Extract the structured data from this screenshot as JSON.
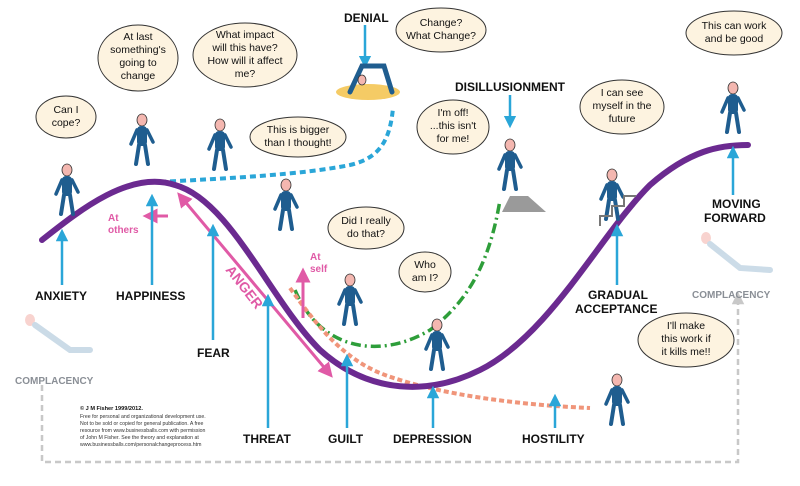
{
  "colors": {
    "curve": "#6b2a90",
    "arrow": "#2aa6d8",
    "anger": "#e05aa6",
    "denial_path": "#2aa6d8",
    "disillusion_path": "#2e9e3a",
    "hostility_path": "#f0957a",
    "person": "#1f5d8f",
    "return_loop": "#c8c8c8"
  },
  "stages": {
    "anxiety": "ANXIETY",
    "happiness": "HAPPINESS",
    "fear": "FEAR",
    "threat": "THREAT",
    "guilt": "GUILT",
    "depression": "DEPRESSION",
    "hostility": "HOSTILITY",
    "denial": "DENIAL",
    "disillusionment": "DISILLUSIONMENT",
    "gradual_acceptance_1": "GRADUAL",
    "gradual_acceptance_2": "ACCEPTANCE",
    "moving_forward_1": "MOVING",
    "moving_forward_2": "FORWARD",
    "complacency_left": "COMPLACENCY",
    "complacency_right": "COMPLACENCY"
  },
  "anger": {
    "label": "ANGER",
    "at_others_1": "At",
    "at_others_2": "others",
    "at_self_1": "At",
    "at_self_2": "self"
  },
  "bubbles": {
    "can_i_cope": [
      "Can I",
      "cope?"
    ],
    "at_last": [
      "At last",
      "something's",
      "going to",
      "change"
    ],
    "what_impact": [
      "What impact",
      "will this have?",
      "How will it affect",
      "me?"
    ],
    "change": [
      "Change?",
      "What Change?"
    ],
    "bigger": [
      "This is bigger",
      "than I thought!"
    ],
    "im_off": [
      "I'm off!",
      "...this isn't",
      "for me!"
    ],
    "can_see": [
      "I can see",
      "myself in the",
      "future"
    ],
    "this_can_work": [
      "This can work",
      "and be good"
    ],
    "did_i": [
      "Did I really",
      "do that?"
    ],
    "who_am_i": [
      "Who",
      "am I?"
    ],
    "ill_make": [
      "I'll make",
      "this work if",
      "it kills me!!"
    ]
  },
  "copyright": {
    "title": "© J M Fisher 1999/2012.",
    "lines": [
      "Free for personal and organizational development use.",
      "Not to be sold or copied for general publication. A free",
      "resource from www.businessballs.com with permission",
      "of John M Fisher. See the theory and explanation at",
      "www.businessballs.com/personalchangeprocess.htm"
    ]
  }
}
